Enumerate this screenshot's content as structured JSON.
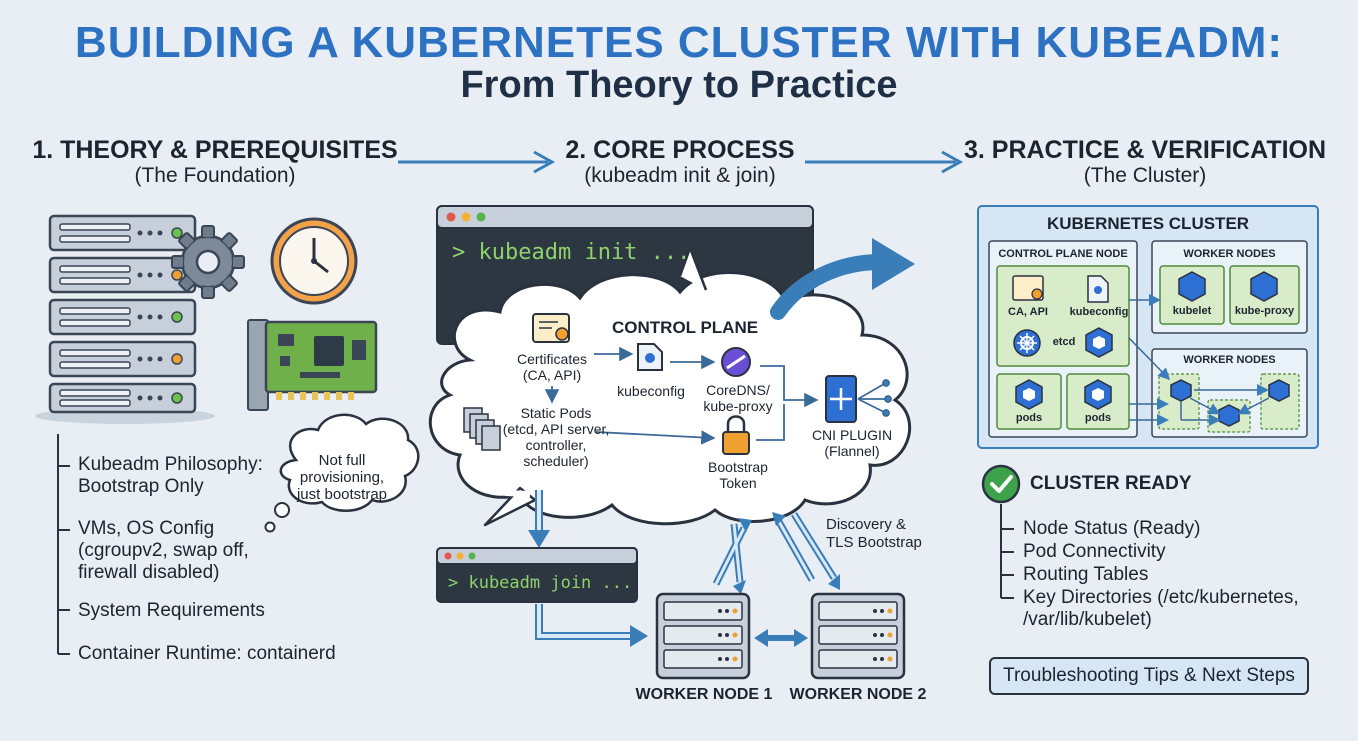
{
  "header": {
    "title": "BUILDING A KUBERNETES CLUSTER WITH KUBEADM:",
    "subtitle": "From Theory to Practice"
  },
  "sections": [
    {
      "heading": "1. THEORY & PREREQUISITES",
      "sub": "(The Foundation)"
    },
    {
      "heading": "2. CORE PROCESS",
      "sub": "(kubeadm init & join)"
    },
    {
      "heading": "3. PRACTICE & VERIFICATION",
      "sub": "(The Cluster)"
    }
  ],
  "theory": {
    "bubble": [
      "Not full",
      "provisioning,",
      "just bootstrap"
    ],
    "items": [
      [
        "Kubeadm Philosophy:",
        "Bootstrap Only"
      ],
      [
        "VMs, OS Config",
        "(cgroupv2, swap off,",
        "firewall disabled)"
      ],
      [
        "System Requirements"
      ],
      [
        "Container Runtime: containerd"
      ]
    ]
  },
  "core": {
    "init_cmd": "> kubeadm init ...",
    "join_cmd": "> kubeadm join ...",
    "control_plane": "CONTROL PLANE",
    "certificates": [
      "Certificates",
      "(CA, API)"
    ],
    "kubeconfig": "kubeconfig",
    "coredns": [
      "CoreDNS/",
      "kube-proxy"
    ],
    "static_pods": [
      "Static Pods",
      "(etcd, API server,",
      "controller,",
      "scheduler)"
    ],
    "bootstrap_token": [
      "Bootstrap",
      "Token"
    ],
    "cni": [
      "CNI PLUGIN",
      "(Flannel)"
    ],
    "discovery": [
      "Discovery &",
      "TLS Bootstrap"
    ],
    "worker1": "WORKER NODE 1",
    "worker2": "WORKER NODE 2"
  },
  "cluster": {
    "title": "KUBERNETES CLUSTER",
    "control_plane_node": "CONTROL PLANE NODE",
    "worker_nodes_top": "WORKER NODES",
    "worker_nodes_bottom": "WORKER NODES",
    "ca_api": "CA, API",
    "kubeconfig": "kubeconfig",
    "etcd": "etcd",
    "pods1": "pods",
    "pods2": "pods",
    "kubelet": "kubelet",
    "kube_proxy": "kube-proxy"
  },
  "verification": {
    "ready": "CLUSTER READY",
    "items": [
      [
        "Node Status (Ready)"
      ],
      [
        "Pod Connectivity"
      ],
      [
        "Routing Tables"
      ],
      [
        "Key Directories (/etc/kubernetes,",
        "/var/lib/kubelet)"
      ]
    ],
    "button": "Troubleshooting Tips & Next Steps"
  },
  "colors": {
    "title_blue": "#2d72c2",
    "arrow_blue": "#3a7eb9",
    "terminal_dark": "#2d3742",
    "terminal_green": "#8fd16b",
    "node_green": "#d9ecc9",
    "panel_blue": "#d6e6f5",
    "hex_blue": "#2e6fd4",
    "check_green": "#3da24a"
  }
}
